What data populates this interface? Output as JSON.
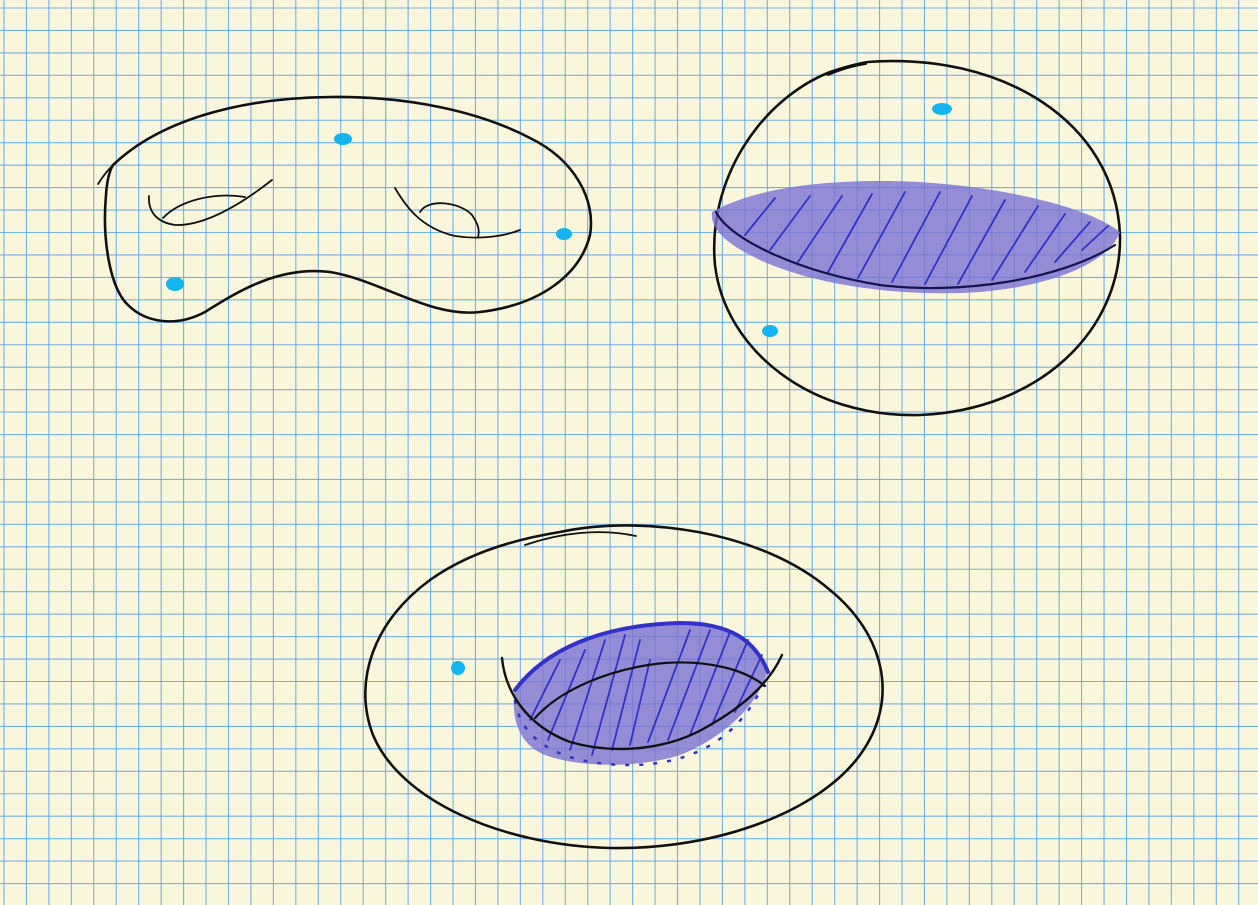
{
  "paper": {
    "background_color": "#faf6dc",
    "grid_line_color": "#5aa6e6"
  },
  "colors": {
    "ink": "#111111",
    "marked_point": "#14b4f0",
    "shaded_region_fill": "#7a72d2",
    "shaded_region_stroke": "#3232c8"
  },
  "figures": [
    {
      "id": "genus-two-surface",
      "marked_points": 3
    },
    {
      "id": "sphere-with-shaded-disk",
      "marked_points": 2
    },
    {
      "id": "torus-with-shaded-disk",
      "marked_points": 1
    }
  ]
}
